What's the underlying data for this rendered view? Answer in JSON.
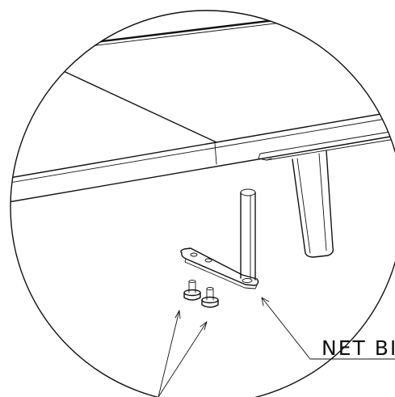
{
  "callout": {
    "label": "NET BI"
  },
  "colors": {
    "ink": "#111111",
    "background": "#ffffff"
  },
  "parts": [
    {
      "name": "table-top"
    },
    {
      "name": "table-leg"
    },
    {
      "name": "l-bracket"
    },
    {
      "name": "leveling-foot"
    }
  ]
}
